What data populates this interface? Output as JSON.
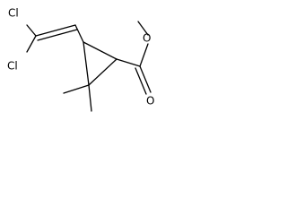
{
  "molecule": {
    "atoms": {
      "cl_top": "Cl",
      "cl_bottom": "Cl",
      "o_ester": "O",
      "o_carbonyl": "O"
    },
    "colors": {
      "bond": "#000000",
      "label": "#000000",
      "background": "#ffffff"
    }
  }
}
